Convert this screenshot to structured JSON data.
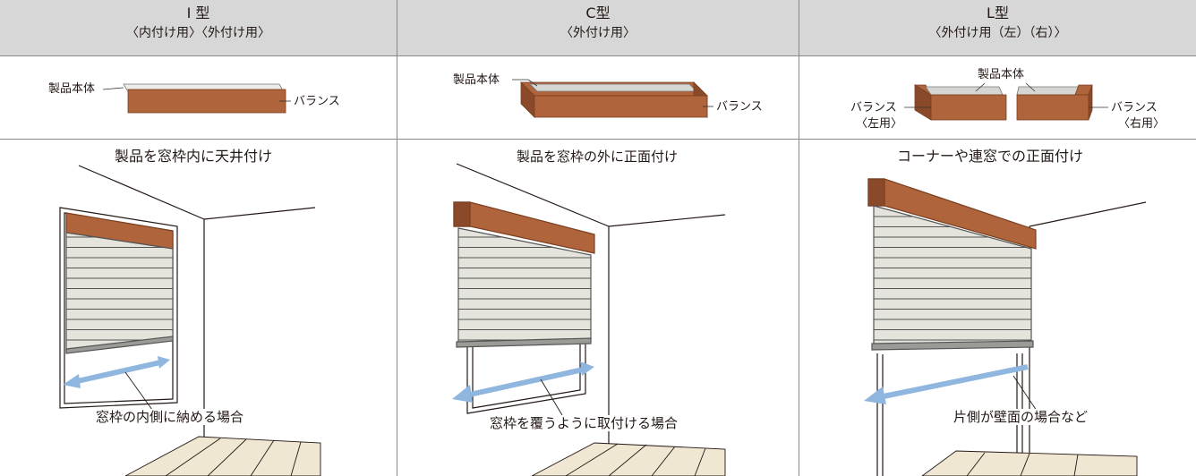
{
  "columns": [
    {
      "type_label": "I 型",
      "subtitle": "〈内付け用〉〈外付け用〉",
      "parts": {
        "body": "製品本体",
        "valance": "バランス"
      },
      "heading": "製品を窓枠内に天井付け",
      "caption": "窓枠の内側に納める場合"
    },
    {
      "type_label": "C型",
      "subtitle": "〈外付け用〉",
      "parts": {
        "body": "製品本体",
        "valance": "バランス"
      },
      "heading": "製品を窓枠の外に正面付け",
      "caption": "窓枠を覆うように取付ける場合"
    },
    {
      "type_label": "L型",
      "subtitle": "〈外付け用（左）（右）〉",
      "parts": {
        "body": "製品本体",
        "valance_left": "バランス",
        "valance_left_sub": "〈左用〉",
        "valance_right": "バランス",
        "valance_right_sub": "〈右用〉"
      },
      "heading": "コーナーや連窓での正面付け",
      "caption": "片側が壁面の場合など"
    }
  ],
  "colors": {
    "header_bg": "#d7d7d7",
    "valance": "#b0643c",
    "valance_dark": "#8a4a2a",
    "body_gray": "#d9d9d6",
    "shade": "#e4e4dc",
    "arrow": "#8fb6df",
    "floor": "#efe7d2"
  }
}
